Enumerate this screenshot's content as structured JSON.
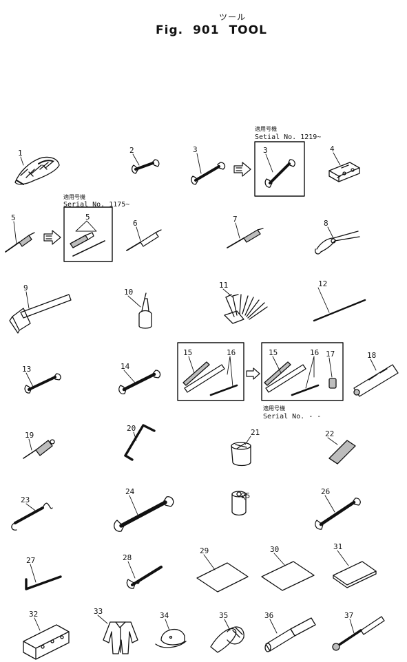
{
  "header": {
    "title_jp": "ツール",
    "fig_label": "Fig.",
    "fig_number": "901",
    "fig_title": "TOOL"
  },
  "serial_notes": [
    {
      "jp": "適用号機",
      "text": "Setial No. 1219~"
    },
    {
      "jp": "適用号機",
      "text": "Serial No. 1175~"
    },
    {
      "jp": "適用号機",
      "text": "Serial No. - -"
    }
  ],
  "callouts": [
    "1",
    "2",
    "3",
    "3",
    "4",
    "5",
    "5",
    "6",
    "7",
    "8",
    "9",
    "10",
    "11",
    "12",
    "13",
    "14",
    "15",
    "16",
    "15",
    "16",
    "17",
    "18",
    "19",
    "20",
    "21",
    "22",
    "23",
    "24",
    "25",
    "26",
    "27",
    "28",
    "29",
    "30",
    "31",
    "32",
    "33",
    "34",
    "35",
    "36",
    "37"
  ],
  "colors": {
    "ink": "#111111",
    "paper": "#ffffff",
    "shade": "#bdbdbd"
  }
}
